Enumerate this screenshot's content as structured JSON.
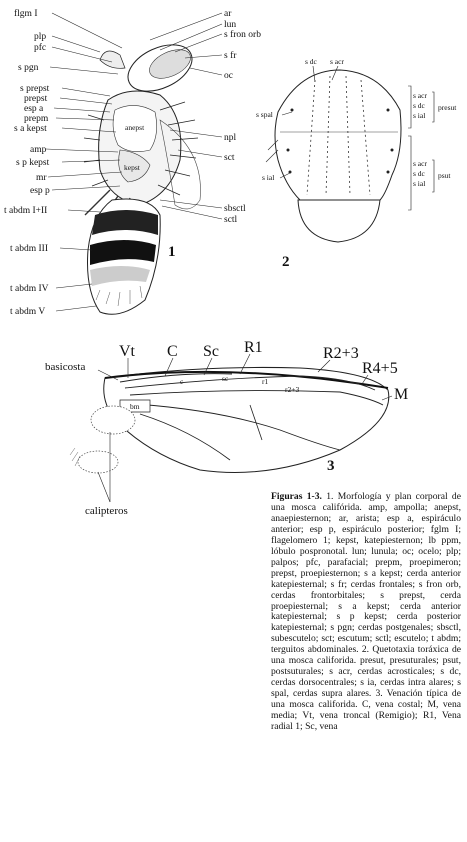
{
  "fig1": {
    "number": "1",
    "left_labels": [
      "flgm I",
      "plp",
      "pfc",
      "s pgn",
      "s prepst",
      "prepst",
      "esp a",
      "prepm",
      "s a kepst",
      "amp",
      "s p kepst",
      "mr",
      "esp p",
      "t abdm I+II",
      "t abdm III",
      "t abdm IV",
      "t abdm V"
    ],
    "right_labels": [
      "ar",
      "lun",
      "s fron orb",
      "s fr",
      "oc",
      "npl",
      "sct",
      "sbsctl",
      "sctl"
    ],
    "inner_labels": [
      "anepst",
      "kepst"
    ]
  },
  "fig2": {
    "number": "2",
    "top_labels": [
      "s dc",
      "s acr"
    ],
    "left_labels": [
      "s spal",
      "s ial"
    ],
    "right_group_presut": [
      "s acr",
      "s dc",
      "s ial"
    ],
    "right_group_psut": [
      "s acr",
      "s dc",
      "s ial"
    ],
    "presut_label": "presut",
    "psut_label": "psut"
  },
  "fig3": {
    "number": "3",
    "top_labels": [
      "Vt",
      "C",
      "Sc",
      "R1",
      "R2+3",
      "R4+5"
    ],
    "basicosta": "basicosta",
    "m_label": "M",
    "calipteros": "calipteros",
    "cell_labels": [
      "c",
      "sc",
      "r1",
      "r2+3",
      "bm"
    ]
  },
  "caption": {
    "title": "Figuras 1-3.",
    "text": "1. Morfología y plan corporal de una mosca califórida. amp, ampolla; anepst, anaepiesternon; ar, arista; esp a, espiráculo anterior; esp p, espiráculo posterior; fglm I; flagelomero 1; kepst, katepiesternon; lb ppm, lóbulo pospronotal. lun; lunula; oc; ocelo; plp; palpos; pfc, parafacial; prepm, proepimeron; prepst, proepiesternon; s a kepst; cerda anterior katepiesternal; s fr; cerdas frontales; s fron orb, cerdas frontorbitales; s prepst, cerda proepiesternal; s a kepst; cerda anterior katepiesternal; s p kepst; cerda posterior katepiesternal; s pgn; cerdas postgenales; sbsctl, subescutelo; sct; escutum; sctl; escutelo; t abdm; terguitos abdominales. 2. Quetotaxia toráxica de una mosca califorida. presut, presuturales; psut, postsuturales; s acr, cerdas acrosticales; s dc, cerdas dorsocentrales; s ia, cerdas intra alares; s spal, cerdas supra alares. 3. Venación típica de una mosca califorida. C, vena costal; M, vena media; Vt, vena troncal (Remigio); R1, Vena radial 1; Sc, vena"
  }
}
